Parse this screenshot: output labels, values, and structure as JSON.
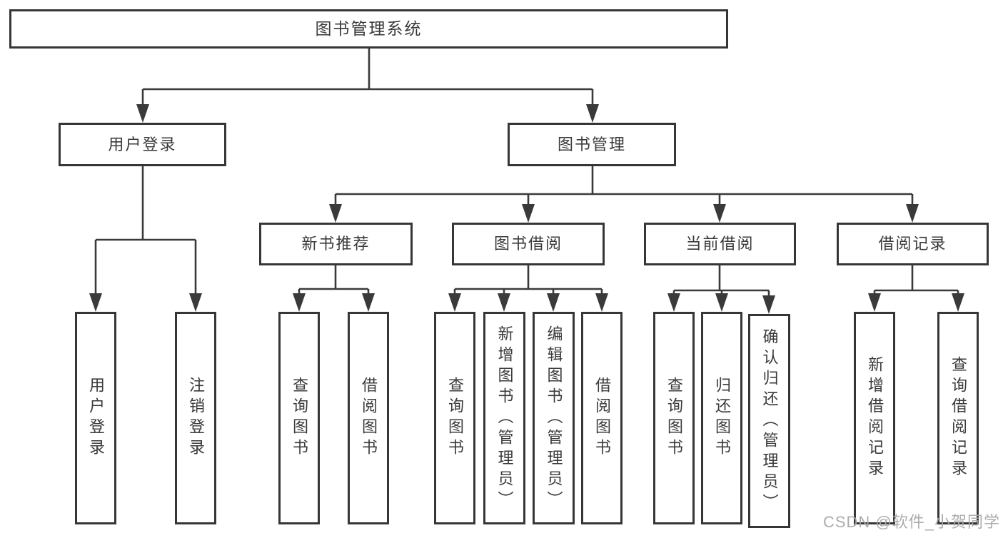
{
  "diagram": {
    "tree": {
      "label": "图书管理系统",
      "children": [
        {
          "label": "用户登录",
          "children": [
            {
              "label": "用户登录"
            },
            {
              "label": "注销登录"
            }
          ]
        },
        {
          "label": "图书管理",
          "children": [
            {
              "label": "新书推荐",
              "children": [
                {
                  "label": "查询图书"
                },
                {
                  "label": "借阅图书"
                }
              ]
            },
            {
              "label": "图书借阅",
              "children": [
                {
                  "label": "查询图书"
                },
                {
                  "label": "新增图书（管理员）"
                },
                {
                  "label": "编辑图书（管理员）"
                },
                {
                  "label": "借阅图书"
                }
              ]
            },
            {
              "label": "当前借阅",
              "children": [
                {
                  "label": "查询图书"
                },
                {
                  "label": "归还图书"
                },
                {
                  "label": "确认归还（管理员）"
                }
              ]
            },
            {
              "label": "借阅记录",
              "children": [
                {
                  "label": "新增借阅记录"
                },
                {
                  "label": "查询借阅记录"
                }
              ]
            }
          ]
        }
      ]
    },
    "colors": {
      "line": "#3a3a3a",
      "box_border": "#363636",
      "text": "#3a3a3a",
      "background": "#ffffff",
      "watermark": "#a8a8a8"
    }
  },
  "watermark": {
    "text": "CSDN @软件_小贺同学"
  }
}
